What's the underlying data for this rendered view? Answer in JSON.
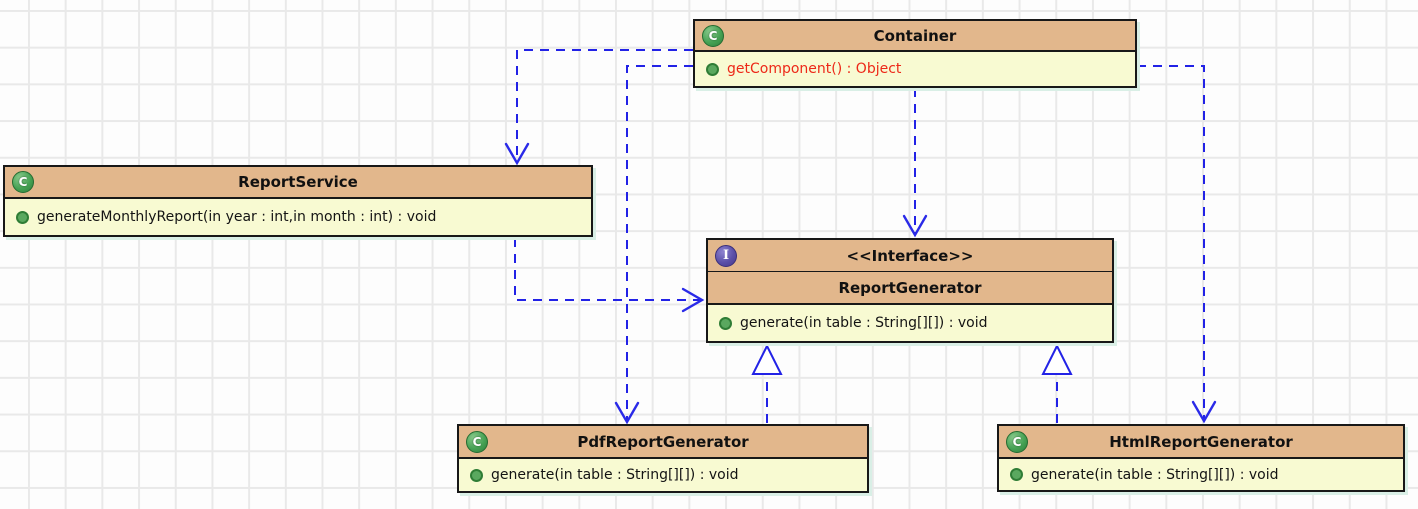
{
  "diagram": {
    "kind": "uml-class-diagram",
    "icons": {
      "class_glyph": "C",
      "interface_glyph": "I",
      "public_method_icon": "green-dot"
    },
    "colors": {
      "header_fill": "#e2b78c",
      "body_fill": "#f8fad2",
      "border": "#181818",
      "edge_blue": "#2222e6",
      "highlight_method_red": "#ed2818",
      "grid_line": "#e9e9e9",
      "shadow": "#d9efe6"
    },
    "classes": {
      "container": {
        "kind": "class",
        "name": "Container",
        "methods": [
          {
            "visibility": "public",
            "label": "getComponent() : Object",
            "emphasis": "red"
          }
        ]
      },
      "report_service": {
        "kind": "class",
        "name": "ReportService",
        "methods": [
          {
            "visibility": "public",
            "label": "generateMonthlyReport(in year : int,in month : int) : void"
          }
        ]
      },
      "report_generator": {
        "kind": "interface",
        "stereotype": "<<Interface>>",
        "name": "ReportGenerator",
        "methods": [
          {
            "visibility": "public",
            "label": "generate(in table : String[][]) : void"
          }
        ]
      },
      "pdf_report_generator": {
        "kind": "class",
        "name": "PdfReportGenerator",
        "methods": [
          {
            "visibility": "public",
            "label": "generate(in table : String[][]) : void"
          }
        ]
      },
      "html_report_generator": {
        "kind": "class",
        "name": "HtmlReportGenerator",
        "methods": [
          {
            "visibility": "public",
            "label": "generate(in table : String[][]) : void"
          }
        ]
      }
    },
    "relationships": [
      {
        "from": "Container",
        "to": "ReportService",
        "type": "dependency",
        "style": "dashed-open-arrow"
      },
      {
        "from": "Container",
        "to": "ReportGenerator",
        "type": "dependency",
        "style": "dashed-open-arrow"
      },
      {
        "from": "Container",
        "to": "PdfReportGenerator",
        "type": "dependency",
        "style": "dashed-open-arrow"
      },
      {
        "from": "Container",
        "to": "HtmlReportGenerator",
        "type": "dependency",
        "style": "dashed-open-arrow"
      },
      {
        "from": "ReportService",
        "to": "ReportGenerator",
        "type": "dependency",
        "style": "dashed-open-arrow"
      },
      {
        "from": "PdfReportGenerator",
        "to": "ReportGenerator",
        "type": "realization",
        "style": "dashed-hollow-triangle"
      },
      {
        "from": "HtmlReportGenerator",
        "to": "ReportGenerator",
        "type": "realization",
        "style": "dashed-hollow-triangle"
      }
    ]
  }
}
